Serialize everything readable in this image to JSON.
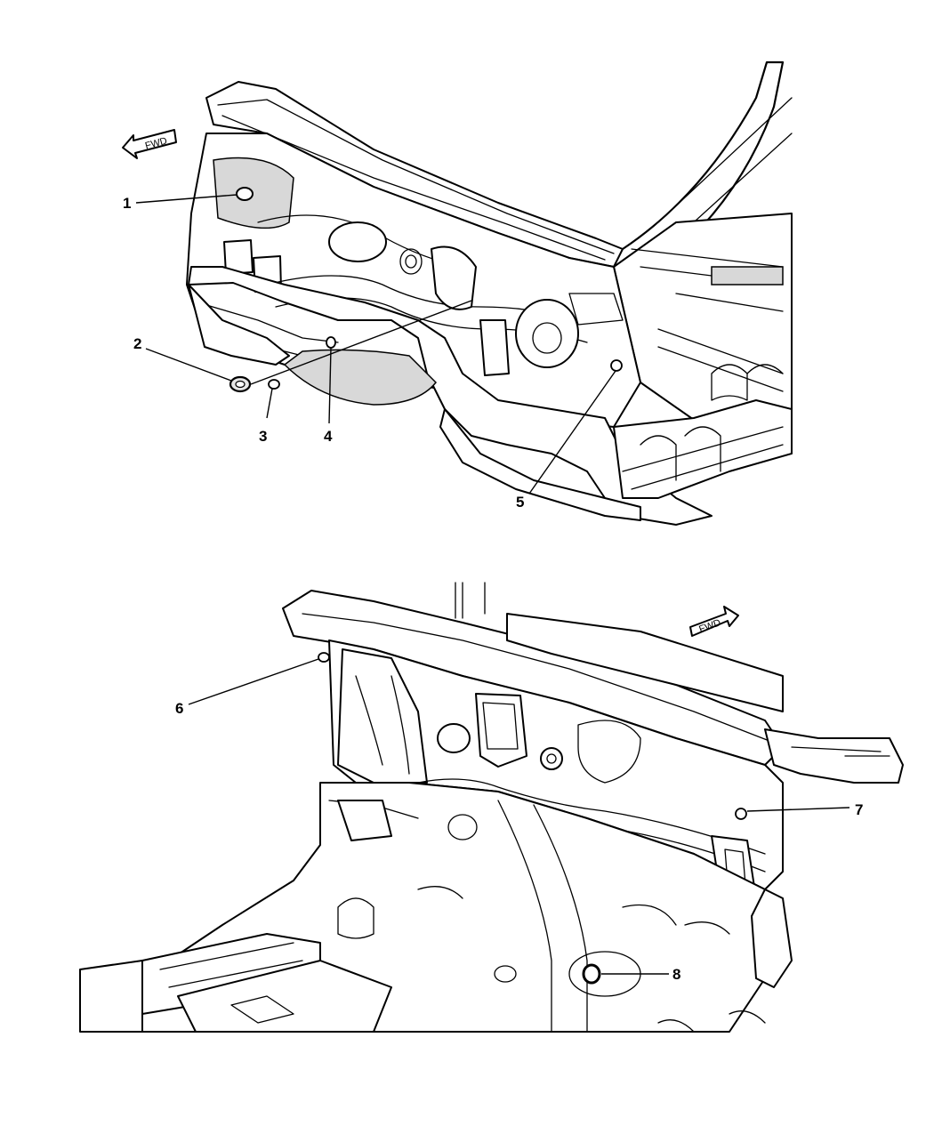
{
  "diagram": {
    "fwd_label": "FWD",
    "callouts": [
      "1",
      "2",
      "3",
      "4",
      "5",
      "6",
      "7",
      "8"
    ]
  }
}
